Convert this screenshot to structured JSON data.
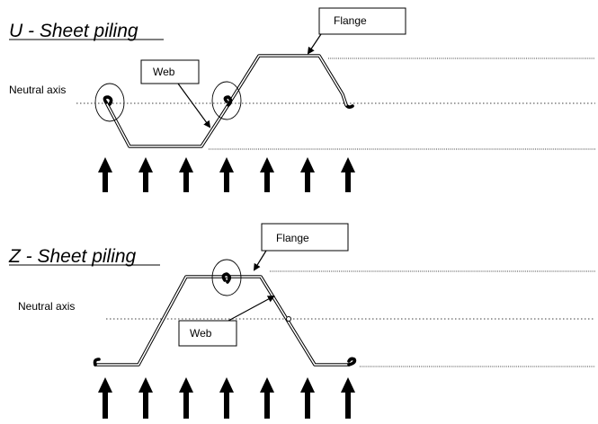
{
  "u_section": {
    "title": "U - Sheet piling",
    "flange_label": "Flange",
    "web_label": "Web",
    "neutral_axis_label": "Neutral axis"
  },
  "z_section": {
    "title": "Z - Sheet piling",
    "flange_label": "Flange",
    "web_label": "Web",
    "neutral_axis_label": "Neutral axis"
  },
  "load_arrow_count_per_section": 7
}
